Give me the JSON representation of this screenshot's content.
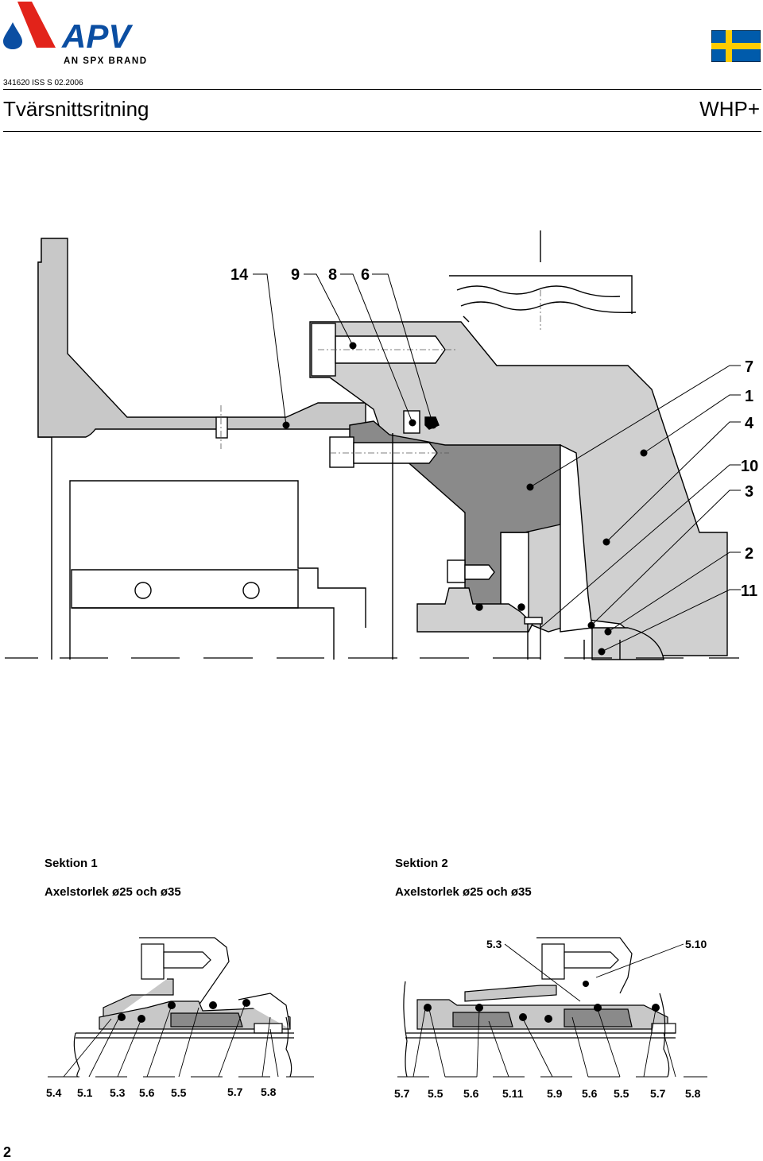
{
  "header": {
    "brand_name": "APV",
    "brand_tagline": "AN SPX BRAND",
    "doc_code": "341620 ISS S 02.2006",
    "title": "Tvärsnittsritning",
    "model": "WHP+"
  },
  "main_drawing": {
    "callouts_top": [
      "14",
      "9",
      "8",
      "6"
    ],
    "callouts_right": [
      "7",
      "1",
      "4",
      "10",
      "3",
      "2",
      "11"
    ]
  },
  "section1": {
    "heading": "Sektion 1",
    "subheading": "Axelstorlek ø25 och ø35",
    "callouts": [
      "5.4",
      "5.1",
      "5.3",
      "5.6",
      "5.5",
      "5.7",
      "5.8"
    ]
  },
  "section2": {
    "heading": "Sektion 2",
    "subheading": "Axelstorlek ø25 och ø35",
    "callouts_top": [
      "5.3",
      "5.10"
    ],
    "callouts": [
      "5.7",
      "5.5",
      "5.6",
      "5.11",
      "5.9",
      "5.6",
      "5.5",
      "5.7",
      "5.8"
    ]
  },
  "footer": {
    "page_number": "2"
  },
  "colors": {
    "brand_red": "#e2231a",
    "brand_blue": "#0b4ea2",
    "part_light": "#c8c8c8",
    "part_dark": "#8a8a8a",
    "flag_blue": "#005bab",
    "flag_yellow": "#fecc00"
  }
}
